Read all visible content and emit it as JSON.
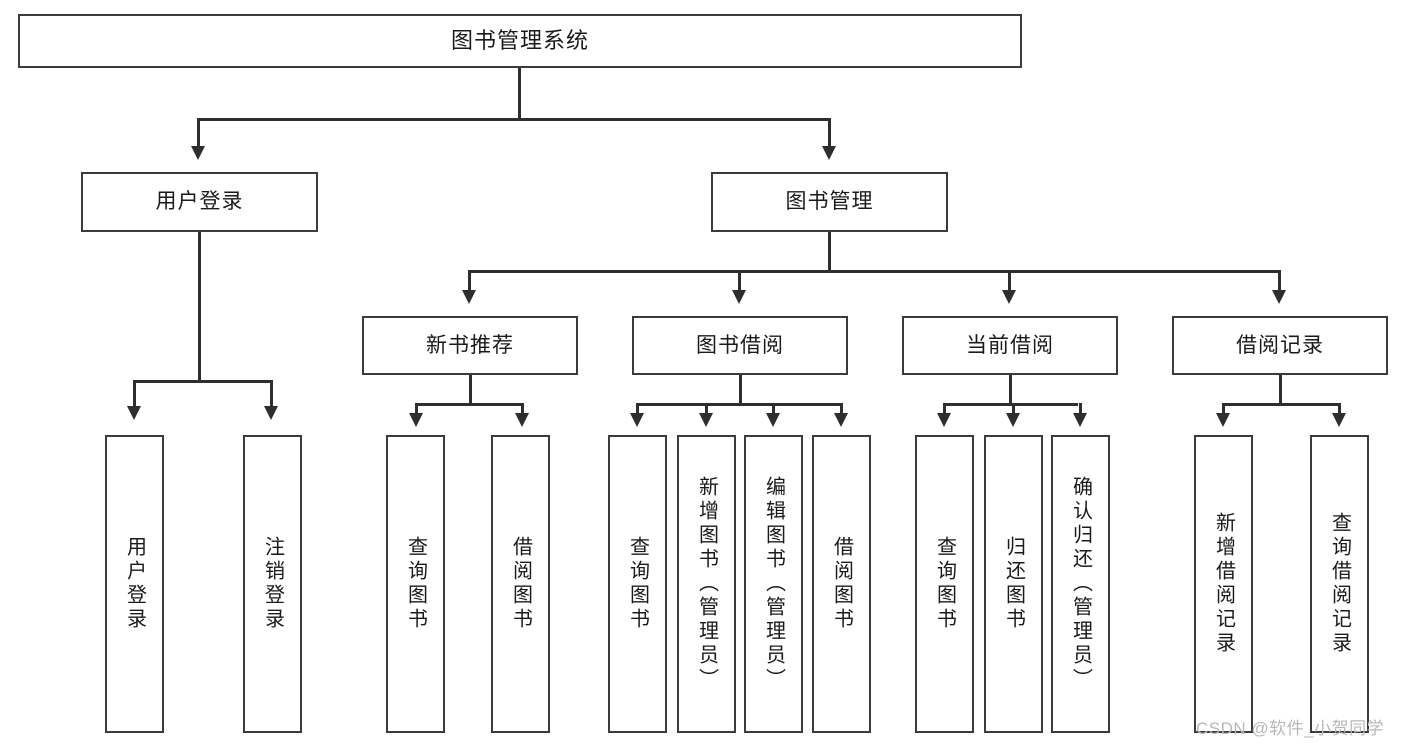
{
  "diagram": {
    "title": "图书管理系统",
    "type": "tree-diagram",
    "root": {
      "label": "图书管理系统"
    },
    "level2": [
      {
        "label": "用户登录"
      },
      {
        "label": "图书管理"
      }
    ],
    "level3": [
      {
        "label": "新书推荐"
      },
      {
        "label": "图书借阅"
      },
      {
        "label": "当前借阅"
      },
      {
        "label": "借阅记录"
      }
    ],
    "leaves": {
      "user_login": [
        {
          "label": "用户登录"
        },
        {
          "label": "注销登录"
        }
      ],
      "new_book_recommend": [
        {
          "label": "查询图书"
        },
        {
          "label": "借阅图书"
        }
      ],
      "book_borrow": [
        {
          "label": "查询图书"
        },
        {
          "label": "新增图书（管理员）"
        },
        {
          "label": "编辑图书（管理员）"
        },
        {
          "label": "借阅图书"
        }
      ],
      "current_borrow": [
        {
          "label": "查询图书"
        },
        {
          "label": "归还图书"
        },
        {
          "label": "确认归还（管理员）"
        }
      ],
      "borrow_record": [
        {
          "label": "新增借阅记录"
        },
        {
          "label": "查询借阅记录"
        }
      ]
    },
    "colors": {
      "box_border": "#3b3b3b",
      "line": "#2e2e2e",
      "background": "#ffffff",
      "text": "#1a1a1a",
      "watermark": "#b8b8b8"
    }
  },
  "watermark": {
    "text": "CSDN @软件_小贺同学"
  }
}
